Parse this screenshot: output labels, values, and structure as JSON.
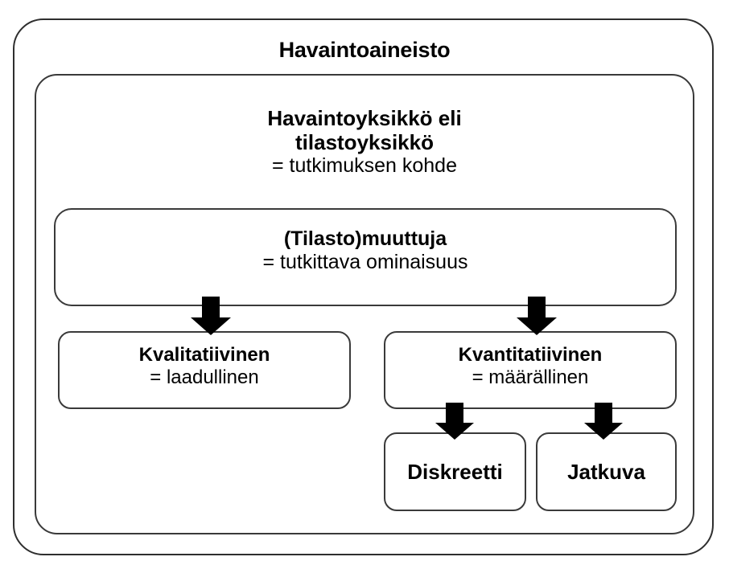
{
  "diagram": {
    "title": "Havaintoaineisto",
    "nodes": {
      "observation_unit": {
        "line1": "Havaintoyksikkö eli",
        "line2": "tilastoyksikkö",
        "line3": "= tutkimuksen kohde"
      },
      "variable": {
        "line1": "(Tilasto)muuttuja",
        "line2": "= tutkittava ominaisuus"
      },
      "qualitative": {
        "line1": "Kvalitatiivinen",
        "line2": "= laadullinen"
      },
      "quantitative": {
        "line1": "Kvantitatiivinen",
        "line2": "= määrällinen"
      },
      "discrete": {
        "label": "Diskreetti"
      },
      "continuous": {
        "label": "Jatkuva"
      }
    },
    "colors": {
      "background": "#ffffff",
      "stroke": "#3a3a3a",
      "text": "#000000",
      "arrow": "#000000"
    }
  }
}
